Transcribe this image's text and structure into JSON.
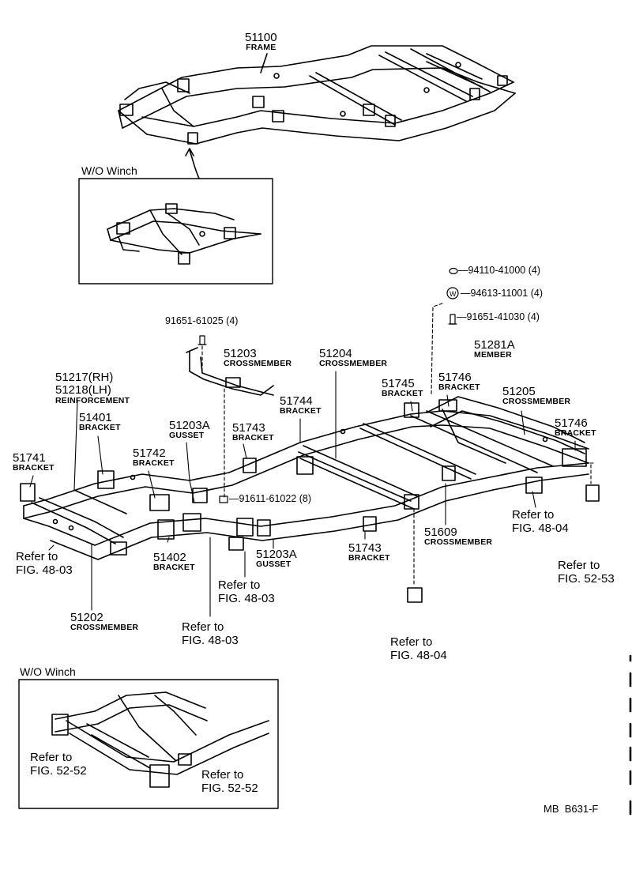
{
  "diagram": {
    "colors": {
      "ink": "#000000",
      "paper": "#ffffff"
    },
    "insets": [
      {
        "title": "W/O Winch",
        "refs": []
      },
      {
        "title": "W/O Winch",
        "refs": [
          "Refer to\nFIG. 52-52",
          "Refer to\nFIG. 52-52"
        ]
      }
    ],
    "parts": [
      {
        "number": "51100",
        "name": "FRAME"
      },
      {
        "number": "51203",
        "name": "CROSSMEMBER"
      },
      {
        "number": "51204",
        "name": "CROSSMEMBER"
      },
      {
        "number": "51281A",
        "name": "MEMBER"
      },
      {
        "number": "51746",
        "name": "BRACKET"
      },
      {
        "number": "51745",
        "name": "BRACKET"
      },
      {
        "number": "51205",
        "name": "CROSSMEMBER"
      },
      {
        "number": "51746",
        "name": "BRACKET"
      },
      {
        "number": "51744",
        "name": "BRACKET"
      },
      {
        "number": "51217(RH)\n51218(LH)",
        "name": "REINFORCEMENT"
      },
      {
        "number": "51401",
        "name": "BRACKET"
      },
      {
        "number": "51203A",
        "name": "GUSSET"
      },
      {
        "number": "51743",
        "name": "BRACKET"
      },
      {
        "number": "51741",
        "name": "BRACKET"
      },
      {
        "number": "51742",
        "name": "BRACKET"
      },
      {
        "number": "51402",
        "name": "BRACKET"
      },
      {
        "number": "51203A",
        "name": "GUSSET"
      },
      {
        "number": "51743",
        "name": "BRACKET"
      },
      {
        "number": "51609",
        "name": "CROSSMEMBER"
      },
      {
        "number": "51202",
        "name": "CROSSMEMBER"
      }
    ],
    "hardware": [
      "94110-41000 (4)",
      "94613-11001 (4)",
      "91651-41030 (4)",
      "91651-61025 (4)",
      "91611-61022 (8)"
    ],
    "references": [
      "Refer to\nFIG. 48-03",
      "Refer to\nFIG. 48-03",
      "Refer to\nFIG. 48-03",
      "Refer to\nFIG. 48-04",
      "Refer to\nFIG. 48-04",
      "Refer to\nFIG. 52-53"
    ],
    "footer_code": "MB  B631-F"
  }
}
